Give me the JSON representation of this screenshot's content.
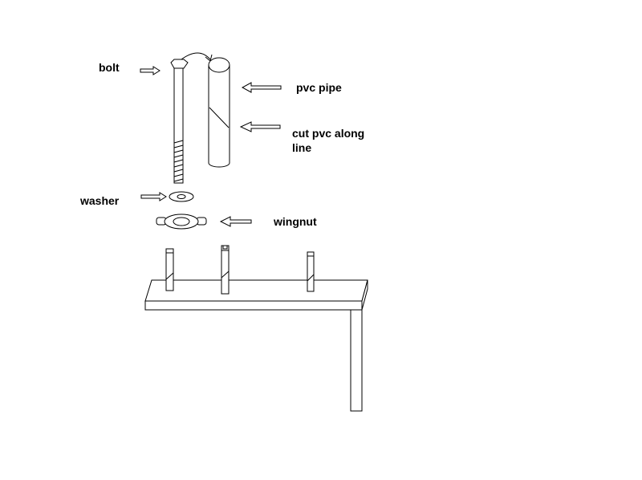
{
  "labels": {
    "bolt": "bolt",
    "pvc_pipe": "pvc pipe",
    "cut_line_1": "cut pvc along",
    "cut_line_2": "line",
    "washer": "washer",
    "wingnut": "wingnut"
  },
  "colors": {
    "stroke": "#000000",
    "background": "#ffffff"
  }
}
